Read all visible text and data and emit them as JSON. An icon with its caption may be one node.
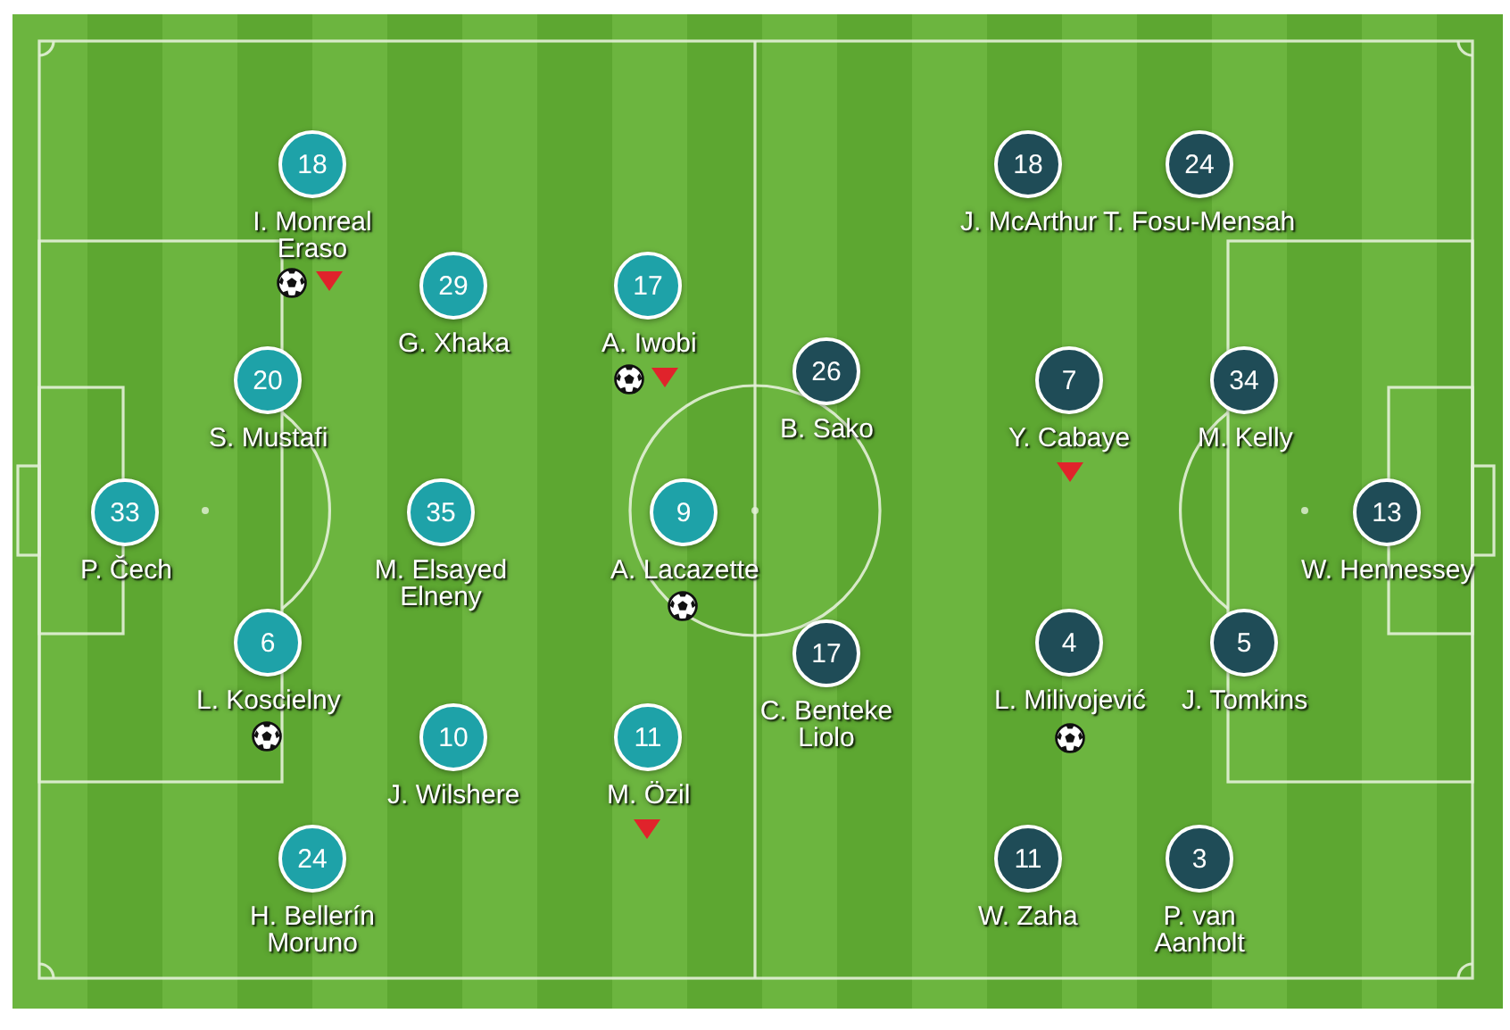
{
  "diagram": {
    "nodes": [
      {
        "text": [
          "33"
        ],
        "beside": [
          "P. Čech"
        ]
      },
      {
        "text": [
          "18"
        ],
        "beside": [
          "I. Monreal Eraso"
        ]
      },
      {
        "text": [
          "20"
        ],
        "beside": [
          "S. Mustafi"
        ]
      },
      {
        "text": [
          "6"
        ],
        "beside": [
          "L. Koscielny"
        ]
      },
      {
        "text": [
          "24"
        ],
        "beside": [
          "H. Bellerín Moruno"
        ]
      },
      {
        "text": [
          "29"
        ],
        "beside": [
          "G. Xhaka"
        ]
      },
      {
        "text": [
          "35"
        ],
        "beside": [
          "M. Elsayed Elneny"
        ]
      },
      {
        "text": [
          "10"
        ],
        "beside": [
          "J. Wilshere"
        ]
      },
      {
        "text": [
          "17"
        ],
        "beside": [
          "A. Iwobi"
        ]
      },
      {
        "text": [
          "9"
        ],
        "beside": [
          "A. Lacazette"
        ]
      },
      {
        "text": [
          "11"
        ],
        "beside": [
          "M. Özil"
        ]
      },
      {
        "text": [
          "13"
        ],
        "beside": [
          "W. Hennessey"
        ]
      },
      {
        "text": [
          "24"
        ],
        "beside": [
          "T. Fosu-Mensah"
        ]
      },
      {
        "text": [
          "34"
        ],
        "beside": [
          "M. Kelly"
        ]
      },
      {
        "text": [
          "5"
        ],
        "beside": [
          "J. Tomkins"
        ]
      },
      {
        "text": [
          "3"
        ],
        "beside": [
          "P. van Aanholt"
        ]
      },
      {
        "text": [
          "18"
        ],
        "beside": [
          "J. McArthur"
        ]
      },
      {
        "text": [
          "7"
        ],
        "beside": [
          "Y. Cabaye"
        ]
      },
      {
        "text": [
          "4"
        ],
        "beside": [
          "L. Milivojević"
        ]
      },
      {
        "text": [
          "11"
        ],
        "beside": [
          "W. Zaha"
        ]
      },
      {
        "text": [
          "26"
        ],
        "beside": [
          "B. Sako"
        ]
      },
      {
        "text": [
          "17"
        ],
        "beside": [
          "C. Benteke Liolo"
        ]
      }
    ]
  }
}
